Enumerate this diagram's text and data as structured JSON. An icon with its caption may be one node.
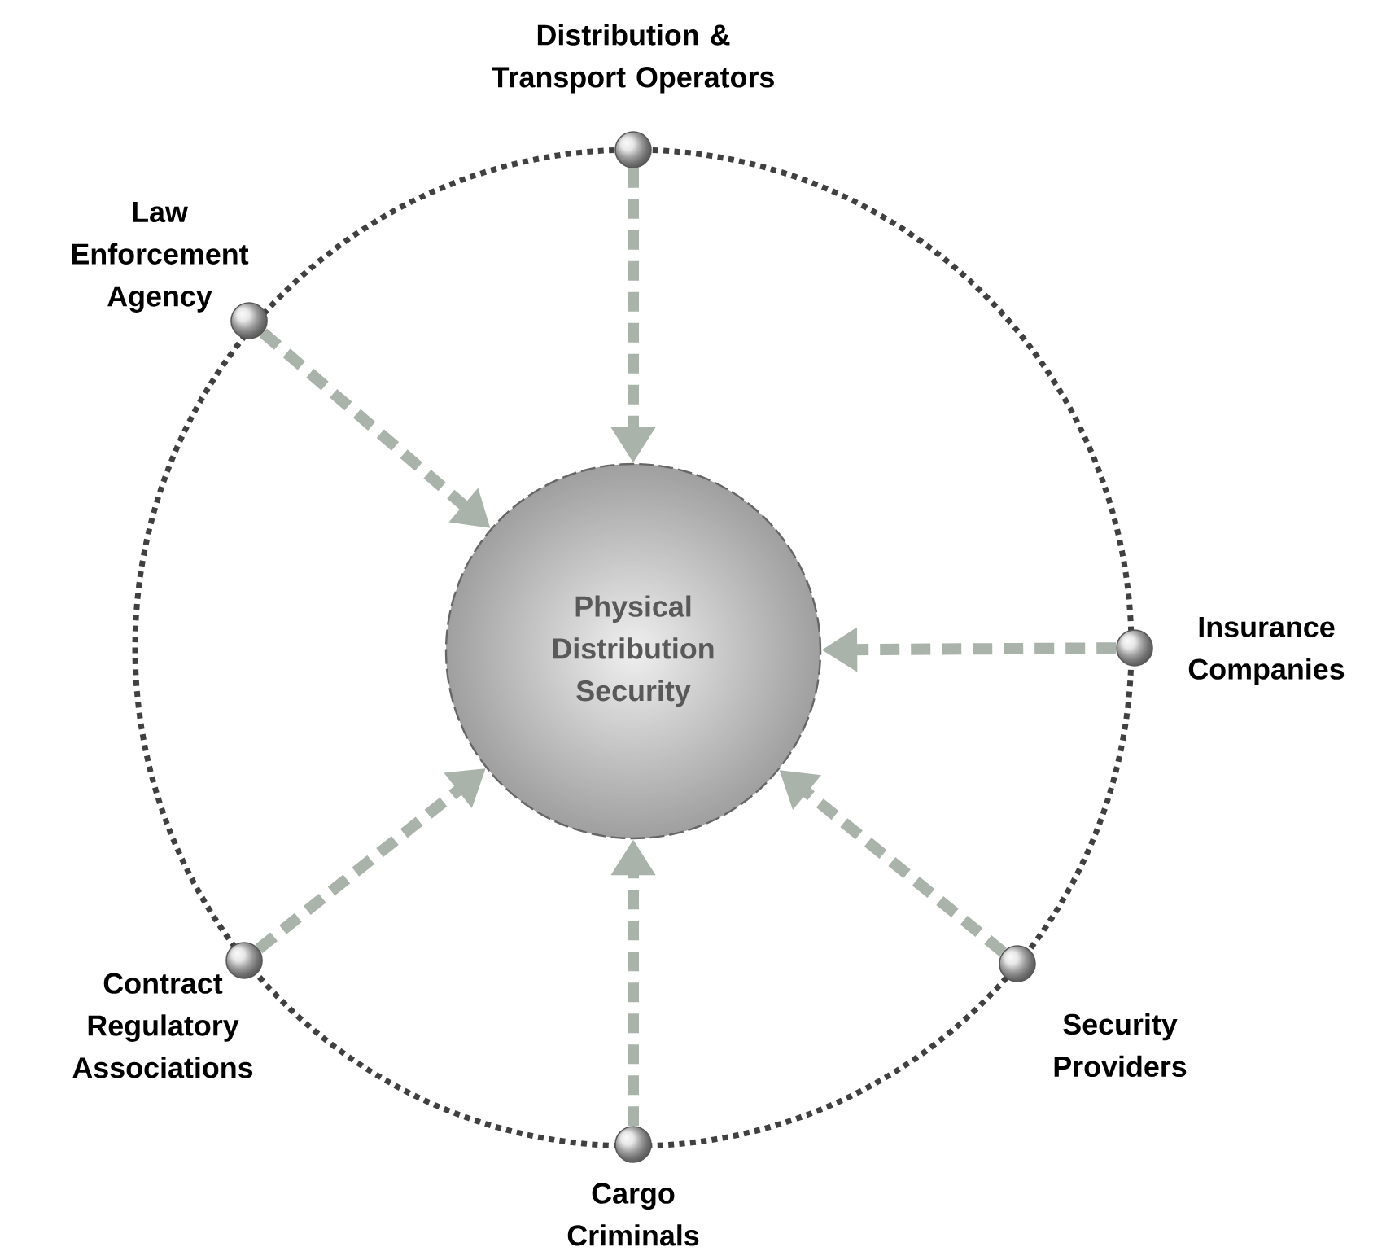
{
  "diagram": {
    "nodes": [
      {
        "text": [
          "Distribution & Transport Operators"
        ]
      },
      {
        "text": [
          "Law Enforcement Agency"
        ]
      },
      {
        "text": [
          "Physical Distribution Security"
        ]
      },
      {
        "text": [
          "Insurance Companies"
        ]
      },
      {
        "text": [
          "Contract Regulatory Associations"
        ]
      },
      {
        "text": [
          "Security Providers"
        ]
      },
      {
        "text": [
          "Cargo Criminals"
        ]
      }
    ],
    "edges": [
      {
        "from": 0,
        "to": 2,
        "arrow": "to"
      },
      {
        "from": 1,
        "to": 2,
        "arrow": "to"
      },
      {
        "from": 3,
        "to": 2,
        "arrow": "to"
      },
      {
        "from": 5,
        "to": 2,
        "arrow": "to"
      },
      {
        "from": 6,
        "to": 2,
        "arrow": "to"
      },
      {
        "from": 4,
        "to": 2,
        "arrow": "to"
      }
    ]
  }
}
